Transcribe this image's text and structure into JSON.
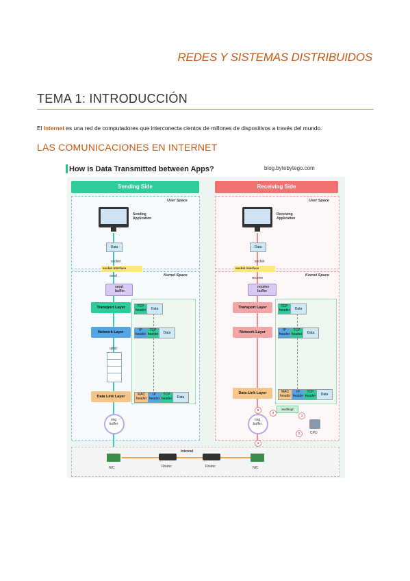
{
  "header": {
    "course_title": "REDES Y SISTEMAS DISTRIBUIDOS"
  },
  "tema": {
    "title": "TEMA 1: INTRODUCCIÓN"
  },
  "intro": {
    "prefix": "El ",
    "keyword": "Internet",
    "rest": " es una red de computadores que interconecta cientos de millones de dispositivos a través del mundo."
  },
  "section": {
    "title": "LAS COMUNICACIONES EN INTERNET"
  },
  "figure": {
    "title": "How is Data Transmitted between Apps?",
    "source": "blog.bytebytego.com",
    "sending_side": "Sending Side",
    "receiving_side": "Receiving Side",
    "user_space": "User Space",
    "kernel_space": "Kernel Space",
    "sending_app": "Sending Application",
    "receiving_app": "Receiving Application",
    "data": "Data",
    "socket": "socket",
    "socket_interface": "socket interface",
    "send": "send",
    "receive": "receive",
    "send_buffer": "send buffer",
    "receive_buffer": "receive buffer",
    "transport_layer": "Transport Layer",
    "network_layer": "Network Layer",
    "data_link_layer": "Data Link Layer",
    "qdisc": "qdisc",
    "ring_buffer": "ring buffer",
    "tcp_header": "TCP header",
    "ip_header": "IP header",
    "mac_header": "MAC header",
    "nic": "NIC",
    "router": "Router",
    "internet": "Internet",
    "ksoftirqd": "ksoftirqd",
    "cpu": "CPU",
    "steps": [
      "1",
      "2",
      "3",
      "4",
      "5"
    ]
  },
  "colors": {
    "accent": "#c55a11",
    "send_green": "#2ecc9a",
    "recv_red": "#f07171"
  }
}
